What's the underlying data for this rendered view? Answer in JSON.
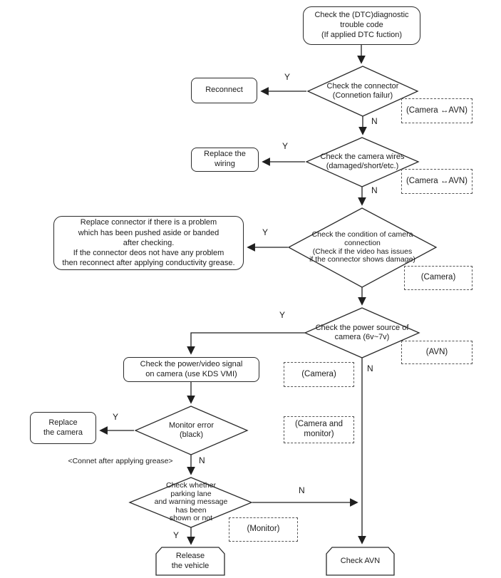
{
  "nodes": {
    "start": {
      "label": "Check the (DTC)diagnostic\ntrouble code\n(If applied DTC fuction)"
    },
    "reconnect": {
      "label": "Reconnect"
    },
    "replace_wiring": {
      "label": "Replace the wiring"
    },
    "replace_connector": {
      "label": "Replace connector if there is a problem\nwhich has been pushed aside or banded\nafter checking.\nIf the connector deos not have any problem\nthen reconnect after applying conductivity grease."
    },
    "check_signal": {
      "label": "Check the power/video signal\non camera (use KDS VMI)"
    },
    "replace_camera": {
      "label": "Replace\nthe camera"
    },
    "release_vehicle": {
      "label": "Release\nthe vehicle"
    },
    "check_avn": {
      "label": "Check AVN"
    }
  },
  "decisions": {
    "d1": {
      "label": "Check the connector\n(Connetion failur)"
    },
    "d2": {
      "label": "Check the camera wires\n(damaged/short/etc.)"
    },
    "d3": {
      "label": "Check the condition of camera\nconnection\n(Check if the video has issues\nif the connector shows damage)"
    },
    "d4": {
      "label": "Check the power source of\ncamera (6v~7v)"
    },
    "d5": {
      "label": "Monitor error\n(black)"
    },
    "d6": {
      "label": "Check whether\nparking lane\nand warning message\nhas been\nshown or not"
    }
  },
  "refs": {
    "ref1": {
      "label": "(Camera ↔AVN)"
    },
    "ref2": {
      "label": "(Camera ↔AVN)"
    },
    "ref3": {
      "label": "(Camera)"
    },
    "ref4": {
      "label": "(AVN)"
    },
    "ref5": {
      "label": "(Camera)"
    },
    "ref6": {
      "label": "(Camera and\nmonitor)"
    },
    "ref7": {
      "label": "(Monitor)"
    }
  },
  "edge_labels": {
    "d1_yes": "Y",
    "d1_no": "N",
    "d2_yes": "Y",
    "d2_no": "N",
    "d3_yes": "Y",
    "d4_yes": "Y",
    "d4_no": "N",
    "d5_yes": "Y",
    "d5_no": "N",
    "d6_yes": "Y",
    "d6_no": "N"
  },
  "notes": {
    "grease": "<Connet after applying grease>"
  },
  "colors": {
    "line": "#1f1f1f",
    "background": "#ffffff",
    "text": "#1c1c1c"
  }
}
